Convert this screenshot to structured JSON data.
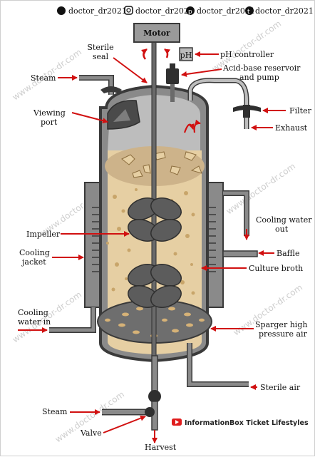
{
  "social": {
    "twitter_handle": "doctor_dr2021",
    "instagram_handle": "doctor_dr2021",
    "pinterest_handle": "doctor_dr2021",
    "tumblr_handle": "doctor_dr2021"
  },
  "watermark": "www.doctor-dr.com",
  "credit": "InformationBox Ticket Lifestyles",
  "labels": {
    "motor": "Motor",
    "ph_box": "pH",
    "sterile_seal_1": "Sterile",
    "sterile_seal_2": "seal",
    "ph_controller": "pH controller",
    "acid_base_1": "Acid-base reservoir",
    "acid_base_2": "and pump",
    "steam_top": "Steam",
    "viewing_port_1": "Viewing",
    "viewing_port_2": "port",
    "filter": "Filter",
    "exhaust": "Exhaust",
    "cooling_water_out_1": "Cooling water",
    "cooling_water_out_2": "out",
    "impeller": "Impeller",
    "baffle": "Baffle",
    "cooling_jacket_1": "Cooling",
    "cooling_jacket_2": "jacket",
    "culture_broth": "Culture broth",
    "cooling_water_in_1": "Cooling",
    "cooling_water_in_2": "water in",
    "sparger_1": "Sparger high",
    "sparger_2": "pressure air",
    "sterile_air": "Sterile air",
    "steam_bottom": "Steam",
    "valve": "Valve",
    "harvest": "Harvest"
  },
  "colors": {
    "vessel_outline": "#3a3a3a",
    "vessel_gray": "#8a8a8a",
    "broth": "#e6cfa3",
    "foam": "#cdb38a",
    "sparger": "#777777",
    "arrow_red": "#d11010",
    "impeller": "#5c5c5c"
  }
}
